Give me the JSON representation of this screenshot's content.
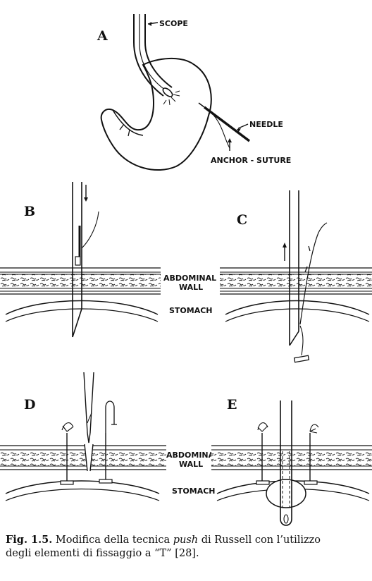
{
  "panels": {
    "a": {
      "letter": "A",
      "scope": "SCOPE",
      "needle": "NEEDLE",
      "anchor": "ANCHOR - SUTURE"
    },
    "b": {
      "letter": "B",
      "abdominal_1": "ABDOMINAL",
      "abdominal_2": "WALL",
      "stomach": "STOMACH"
    },
    "c": {
      "letter": "C"
    },
    "d": {
      "letter": "D",
      "abdominal_1": "ABDOMINAL",
      "abdominal_2": "WALL",
      "stomach": "STOMACH"
    },
    "e": {
      "letter": "E"
    }
  },
  "caption": {
    "fig": "Fig. 1.5.",
    "part1": " Modifica della tecnica ",
    "italic": "push",
    "part2": " di Russell con l’utilizzo",
    "line2": "degli elementi di fissaggio a “T” [28]."
  }
}
